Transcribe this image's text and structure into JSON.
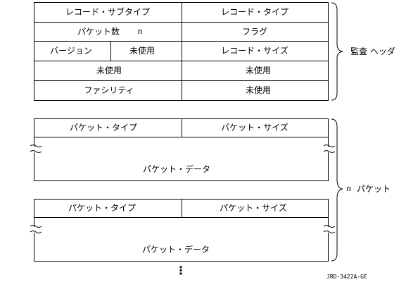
{
  "header": {
    "record_subtype": "レコード・サブタイプ",
    "record_type": "レコード・タイプ",
    "packet_count": "パケット数",
    "packet_count_var": "n",
    "flags": "フラグ",
    "version": "バージョン",
    "unused": "未使用",
    "record_size": "レコード・サイズ",
    "facility": "ファシリティ",
    "label": "監査 ヘッダ"
  },
  "packets": [
    {
      "type": "パケット・タイプ",
      "size": "パケット・サイズ",
      "data": "パケット・データ"
    },
    {
      "type": "パケット・タイプ",
      "size": "パケット・サイズ",
      "data": "パケット・データ"
    }
  ],
  "packet_group_var": "n",
  "packet_group_label": "パケット",
  "continuation": "⋮",
  "figure_id": "JRD-3422A-GE"
}
